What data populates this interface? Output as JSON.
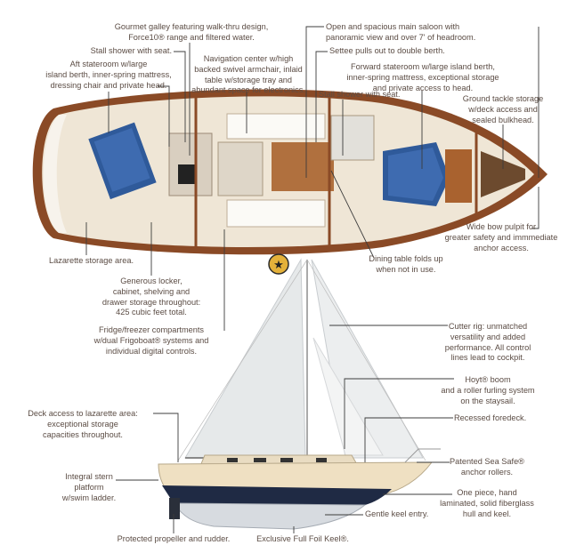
{
  "callouts": {
    "galley": "Gourmet galley featuring walk-thru design,\nForce10® range and filtered water.",
    "stall_shower_aft": "Stall shower with seat.",
    "aft_stateroom": "Aft stateroom w/large\nisland berth, inner-spring mattress,\ndressing chair and private head.",
    "nav_center": "Navigation center w/high\nbacked swivel armchair, inlaid\ntable w/storage tray and\nabundant space for electronics.",
    "main_saloon": "Open and spacious main saloon with\npanoramic view and over 7' of headroom.",
    "settee": "Settee pulls out to double berth.",
    "forward_stateroom": "Forward stateroom w/large island berth,\ninner-spring mattress, exceptional storage\nand private access to head.",
    "stall_shower_fwd": "Stall shower with seat.",
    "ground_tackle": "Ground tackle storage\nw/deck access and\nsealed bulkhead.",
    "bow_pulpit": "Wide bow pulpit for\ngreater safety and immmediate\nanchor access.",
    "dining_table": "Dining table folds up\nwhen not in use.",
    "lazarette": "Lazarette storage area.",
    "locker": "Generous locker,\ncabinet, shelving and\ndrawer storage throughout:\n425 cubic feet total.",
    "fridge": "Fridge/freezer compartments\nw/dual Frigoboat® systems and\nindividual digital controls.",
    "cutter_rig": "Cutter rig: unmatched\nversatility and added\nperformance. All control\nlines lead to cockpit.",
    "hoyt_boom": "Hoyt® boom\nand a roller furling system\non the staysail.",
    "foredeck": "Recessed foredeck.",
    "deck_access": "Deck access to lazarette area:\nexceptional storage\ncapacities throughout.",
    "anchor_rollers": "Patented Sea Safe®\nanchor rollers.",
    "stern_platform": "Integral stern\nplatform\nw/swim ladder.",
    "hull": "One piece, hand\nlaminated, solid fiberglass\nhull and keel.",
    "keel_entry": "Gentle keel entry.",
    "propeller": "Protected propeller and rudder.",
    "keel": "Exclusive Full Foil Keel®."
  },
  "colors": {
    "text": "#5b4c44",
    "hull_wood": "#8a4a26",
    "deck": "#efe6d6",
    "bottom": "#1f2a44",
    "sail": "#e9ecee",
    "berth": "#2f5a9a"
  }
}
